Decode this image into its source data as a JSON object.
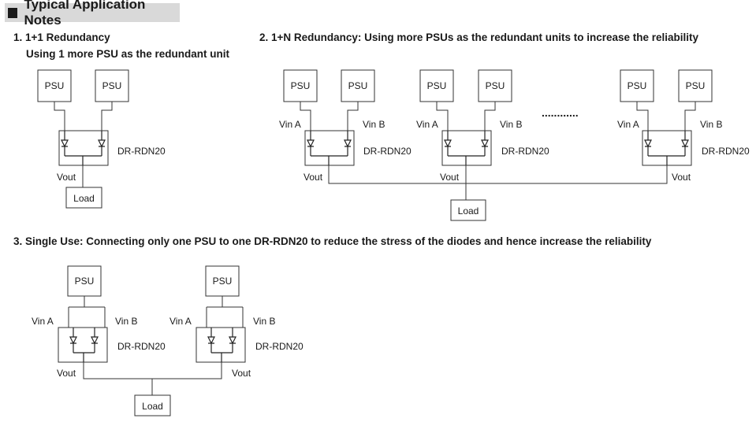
{
  "header": {
    "title": "Typical Application Notes"
  },
  "section1": {
    "title": "1. 1+1 Redundancy",
    "subtitle": "Using 1 more PSU as the redundant unit"
  },
  "section2": {
    "title": "2. 1+N Redundancy: Using more PSUs as the redundant units to increase the reliability"
  },
  "section3": {
    "title": "3. Single Use: Connecting only one PSU to one DR-RDN20 to reduce the stress of the diodes and hence increase the reliability"
  },
  "labels": {
    "psu": "PSU",
    "module": "DR-RDN20",
    "vout": "Vout",
    "load": "Load",
    "vin_a": "Vin A",
    "vin_b": "Vin B",
    "ellipsis": "............"
  }
}
